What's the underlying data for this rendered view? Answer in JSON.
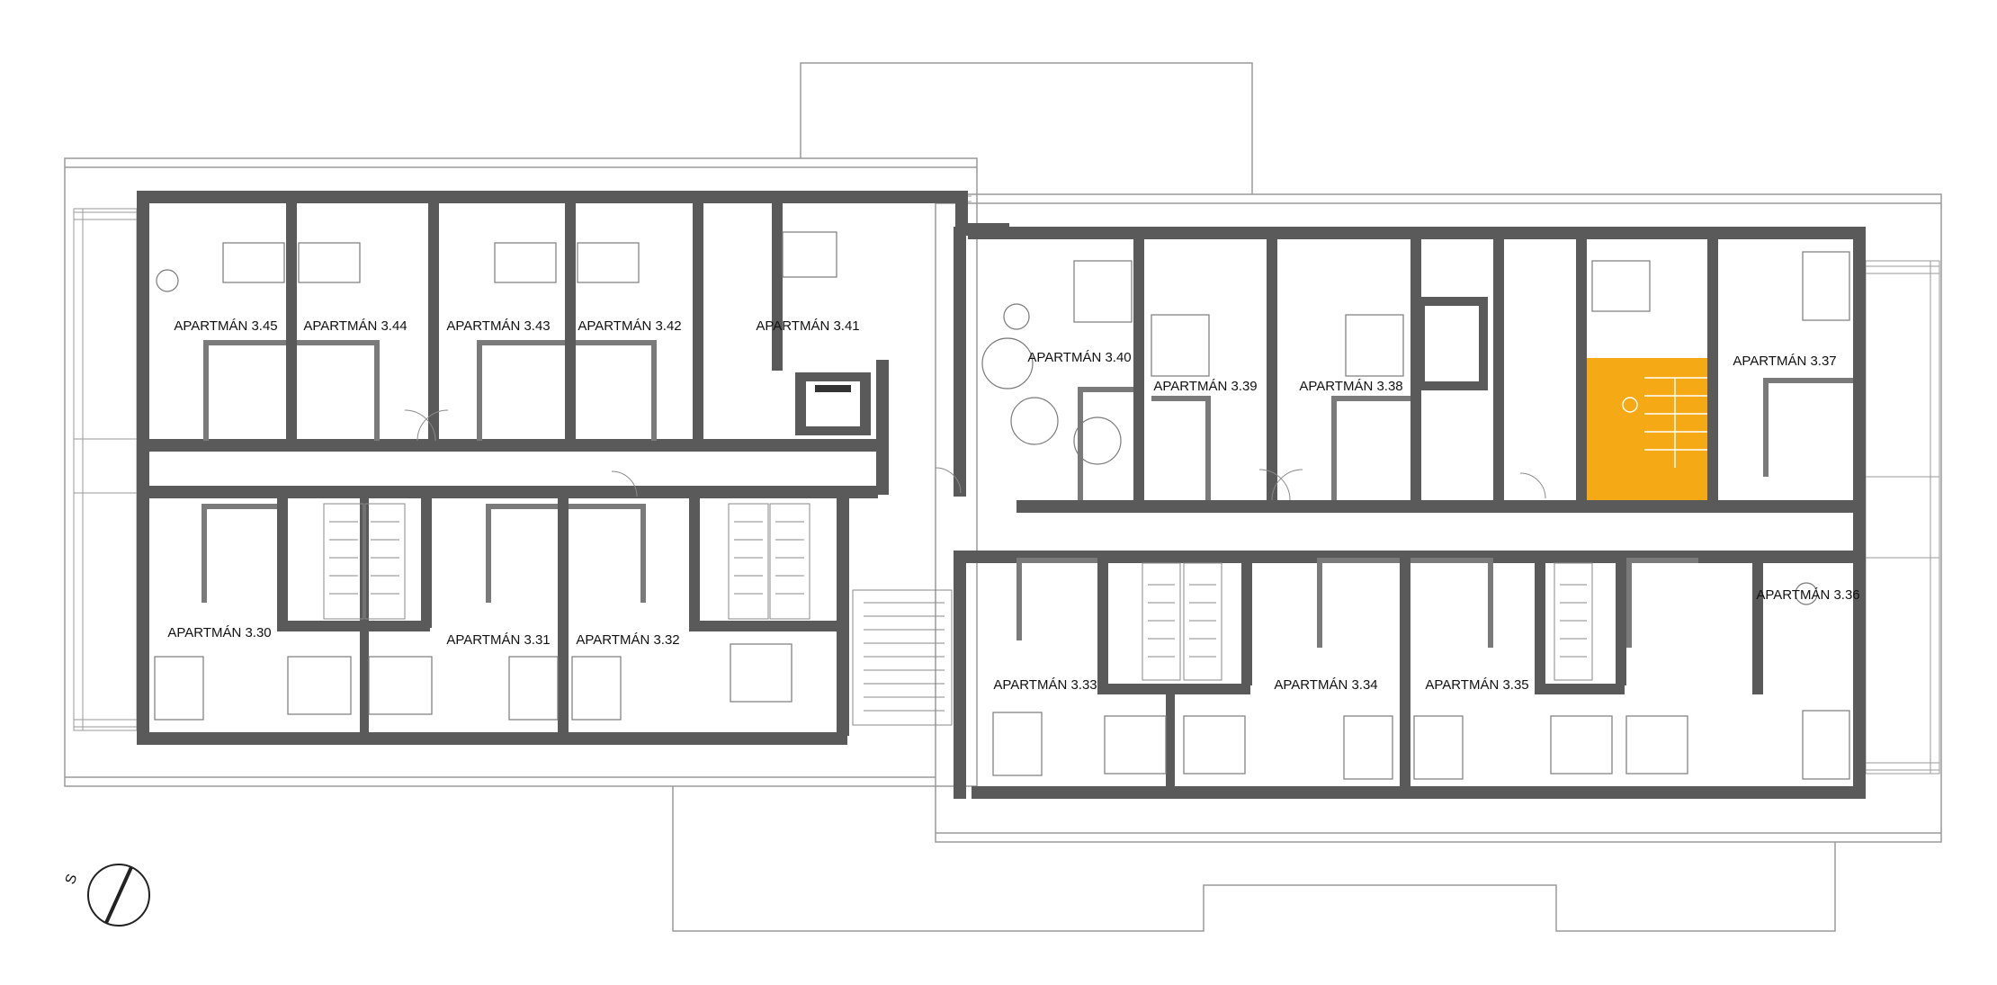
{
  "colors": {
    "wall": "#5a5a5a",
    "thin_line": "#9a9a9a",
    "furniture": "#7a7a7a",
    "highlight": "#f5a914",
    "background": "#ffffff"
  },
  "apartments": [
    {
      "id": "3.45",
      "label": "APARTMÁN 3.45"
    },
    {
      "id": "3.44",
      "label": "APARTMÁN 3.44"
    },
    {
      "id": "3.43",
      "label": "APARTMÁN 3.43"
    },
    {
      "id": "3.42",
      "label": "APARTMÁN 3.42"
    },
    {
      "id": "3.41",
      "label": "APARTMÁN 3.41"
    },
    {
      "id": "3.40",
      "label": "APARTMÁN 3.40"
    },
    {
      "id": "3.39",
      "label": "APARTMÁN 3.39"
    },
    {
      "id": "3.38",
      "label": "APARTMÁN 3.38"
    },
    {
      "id": "3.37",
      "label": "APARTMÁN 3.37"
    },
    {
      "id": "3.30",
      "label": "APARTMÁN 3.30"
    },
    {
      "id": "3.31",
      "label": "APARTMÁN 3.31"
    },
    {
      "id": "3.32",
      "label": "APARTMÁN 3.32"
    },
    {
      "id": "3.33",
      "label": "APARTMÁN 3.33"
    },
    {
      "id": "3.34",
      "label": "APARTMÁN 3.34"
    },
    {
      "id": "3.35",
      "label": "APARTMÁN 3.35"
    },
    {
      "id": "3.36",
      "label": "APARTMÁN 3.36"
    }
  ],
  "north_arrow": {
    "letter": "S"
  }
}
